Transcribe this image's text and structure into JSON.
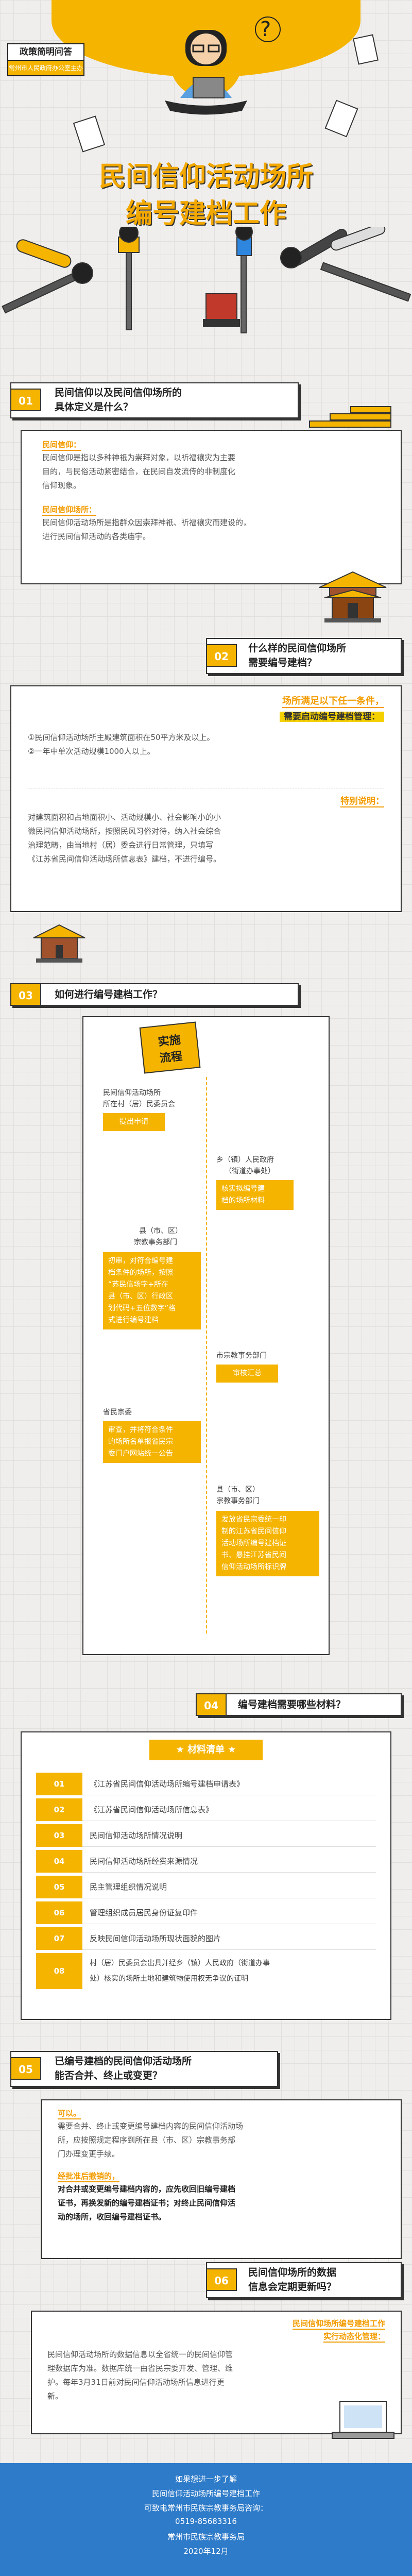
{
  "header": {
    "tag_title": "政策简明问答",
    "tag_sub": "常州市人民政府办公室主办",
    "title_line1": "民间信仰活动场所",
    "title_line2": "编号建档工作"
  },
  "s1": {
    "num": "01",
    "title_l1": "民间信仰以及民间信仰场所的",
    "title_l2": "具体定义是什么？",
    "lbl1": "民间信仰：",
    "txt1": [
      "民间信仰是指以多种神祇为崇拜对象，以祈福禳灾为主要",
      "目的，与民俗活动紧密结合，在民间自发流传的非制度化",
      "信仰现象。"
    ],
    "lbl2": "民间信仰场所：",
    "txt2": [
      "民间信仰活动场所是指群众因崇拜神祇、祈福禳灾而建设的，",
      "进行民间信仰活动的各类庙宇。"
    ]
  },
  "s2": {
    "num": "02",
    "title_l1": "什么样的民间信仰场所",
    "title_l2": "需要编号建档？",
    "cond_title": "场所满足以下任一条件，",
    "cond_sub": "需要启动编号建档管理：",
    "items": [
      "①民间信仰活动场所主殿建筑面积在50平方米及以上。",
      "②一年中单次活动规模1000人以上。"
    ],
    "special_lbl": "特别说明：",
    "special_txt": [
      "对建筑面积和占地面积小、活动规模小、社会影响小的小",
      "微民间信仰活动场所，按照民风习俗对待，纳入社会综合",
      "治理范畴，由当地村（居）委会进行日常管理，只填写",
      "《江苏省民间信仰活动场所信息表》建档，不进行编号。"
    ]
  },
  "s3": {
    "num": "03",
    "title": "如何进行编号建档工作？",
    "flow_title_l1": "实施",
    "flow_title_l2": "流程",
    "step1_label": [
      "民间信仰活动场所",
      "所在村（居）民委员会"
    ],
    "step1_box": "提出申请",
    "step2_label": [
      "乡（镇）人民政府",
      "（街道办事处）"
    ],
    "step2_box": [
      "核实拟编号建",
      "档的场所材料"
    ],
    "step3_label": [
      "县（市、区）",
      "宗教事务部门"
    ],
    "step3_box": [
      "初审，对符合编号建",
      "档条件的场所，按照",
      "“苏民信场字+所在",
      "县（市、区）行政区",
      "划代码+五位数字”格",
      "式进行编号建档"
    ],
    "step4_label": "市宗教事务部门",
    "step4_box": "审核汇总",
    "step5_label": "省民宗委",
    "step5_box": [
      "审查，并将符合条件",
      "的场所名单报省民宗",
      "委门户网站统一公告"
    ],
    "step6_label": [
      "县（市、区）",
      "宗教事务部门"
    ],
    "step6_box": [
      "发放省民宗委统一印",
      "制的江苏省民间信仰",
      "活动场所编号建档证",
      "书、悬挂江苏省民间",
      "信仰活动场所标识牌"
    ]
  },
  "s4": {
    "num": "04",
    "title": "编号建档需要哪些材料？",
    "list_title": "★ 材料清单 ★",
    "items": [
      {
        "n": "01",
        "t": "《江苏省民间信仰活动场所编号建档申请表》"
      },
      {
        "n": "02",
        "t": "《江苏省民间信仰活动场所信息表》"
      },
      {
        "n": "03",
        "t": "民间信仰活动场所情况说明"
      },
      {
        "n": "04",
        "t": "民间信仰活动场所经费来源情况"
      },
      {
        "n": "05",
        "t": "民主管理组织情况说明"
      },
      {
        "n": "06",
        "t": "管理组织成员居民身份证复印件"
      },
      {
        "n": "07",
        "t": "反映民间信仰活动场所现状面貌的图片"
      },
      {
        "n": "08",
        "t": [
          "村（居）民委员会出具并经乡（镇）人民政府（街道办事",
          "处）核实的场所土地和建筑物使用权无争议的证明"
        ]
      }
    ]
  },
  "s5": {
    "num": "05",
    "title_l1": "已编号建档的民间信仰活动场所",
    "title_l2": "能否合并、终止或变更？",
    "lbl1": "可以。",
    "txt1": [
      "需要合并、终止或变更编号建档内容的民间信仰活动场",
      "所，应按照规定程序到所在县（市、区）宗教事务部",
      "门办理变更手续。"
    ],
    "lbl2": "经批准后撤销的，",
    "txt2": [
      "对合并或变更编号建档内容的，应先收回旧编号建档",
      "证书，再换发新的编号建档证书；对终止民间信仰活",
      "动的场所，收回编号建档证书。"
    ]
  },
  "s6": {
    "num": "06",
    "title_l1": "民间信仰场所的数据",
    "title_l2": "信息会定期更新吗？",
    "lbl": "民间信仰场所编号建档工作",
    "lbl2": "实行动态化管理：",
    "txt": [
      "民间信仰活动场所的数据信息以全省统一的民间信仰管",
      "理数据库为准。数据库统一由省民宗委开发、管理、维",
      "护。每年3月31日前对民间信仰活动场所信息进行更",
      "新。"
    ]
  },
  "footer": {
    "lines": [
      "如果想进一步了解",
      "民间信仰活动场所编号建档工作",
      "可致电常州市民族宗教事务局咨询：",
      "0519-85683316",
      "常州市民族宗教事务局",
      "2020年12月"
    ]
  }
}
